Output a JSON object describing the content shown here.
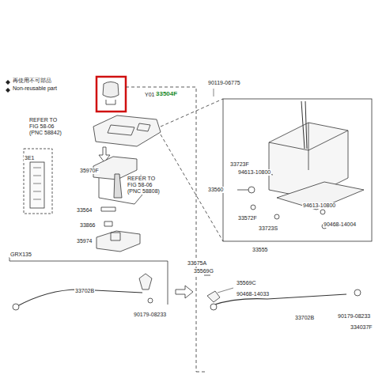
{
  "diagram": {
    "labels": [
      "Y01",
      "33504F",
      "REFER TO FIG 58-06 (PNC 58842)",
      "3E1",
      "35970F",
      "REFER TO FIG 58-06 (PNC 58808)",
      "33564",
      "33866",
      "35974",
      "GRX135",
      "33702B",
      "90179-08233",
      "90119-06775",
      "33723F",
      "94613-10800",
      "33560",
      "94613-10800",
      "90468-14004",
      "33572F",
      "33723S",
      "33555",
      "33675A",
      "35569G",
      "35569C",
      "90468-14033",
      "33702B",
      "90179-08233",
      "334037F"
    ],
    "legend": [
      {
        "text": "再使用不可部品"
      },
      {
        "text": "Non-reusable part"
      }
    ]
  }
}
